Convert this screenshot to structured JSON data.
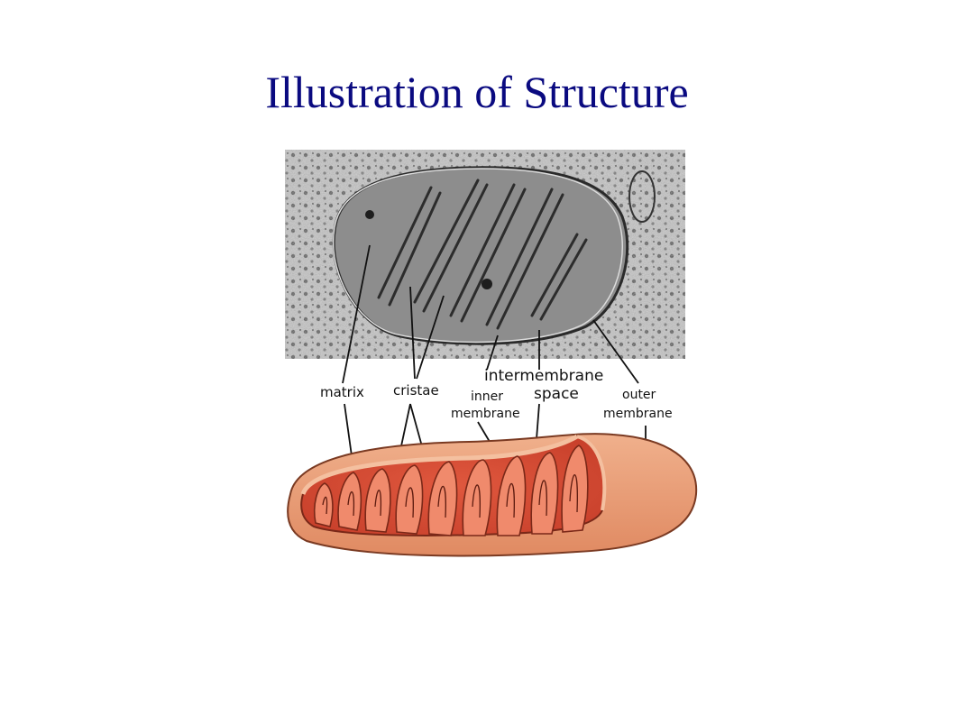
{
  "slide": {
    "title": "Illustration of Structure"
  },
  "labels": {
    "matrix": "matrix",
    "cristae": "cristae",
    "intermembrane": "intermembrane",
    "inner": "inner",
    "space": "space",
    "membrane_inner": "membrane",
    "outer": "outer",
    "membrane_outer": "membrane"
  },
  "colors": {
    "title": "#0a0a80",
    "micrograph_bg": "#c9c9c9",
    "outer_membrane": "#e79a72",
    "inner_fill": "#d9533a",
    "cristae": "#ef7a5c"
  }
}
